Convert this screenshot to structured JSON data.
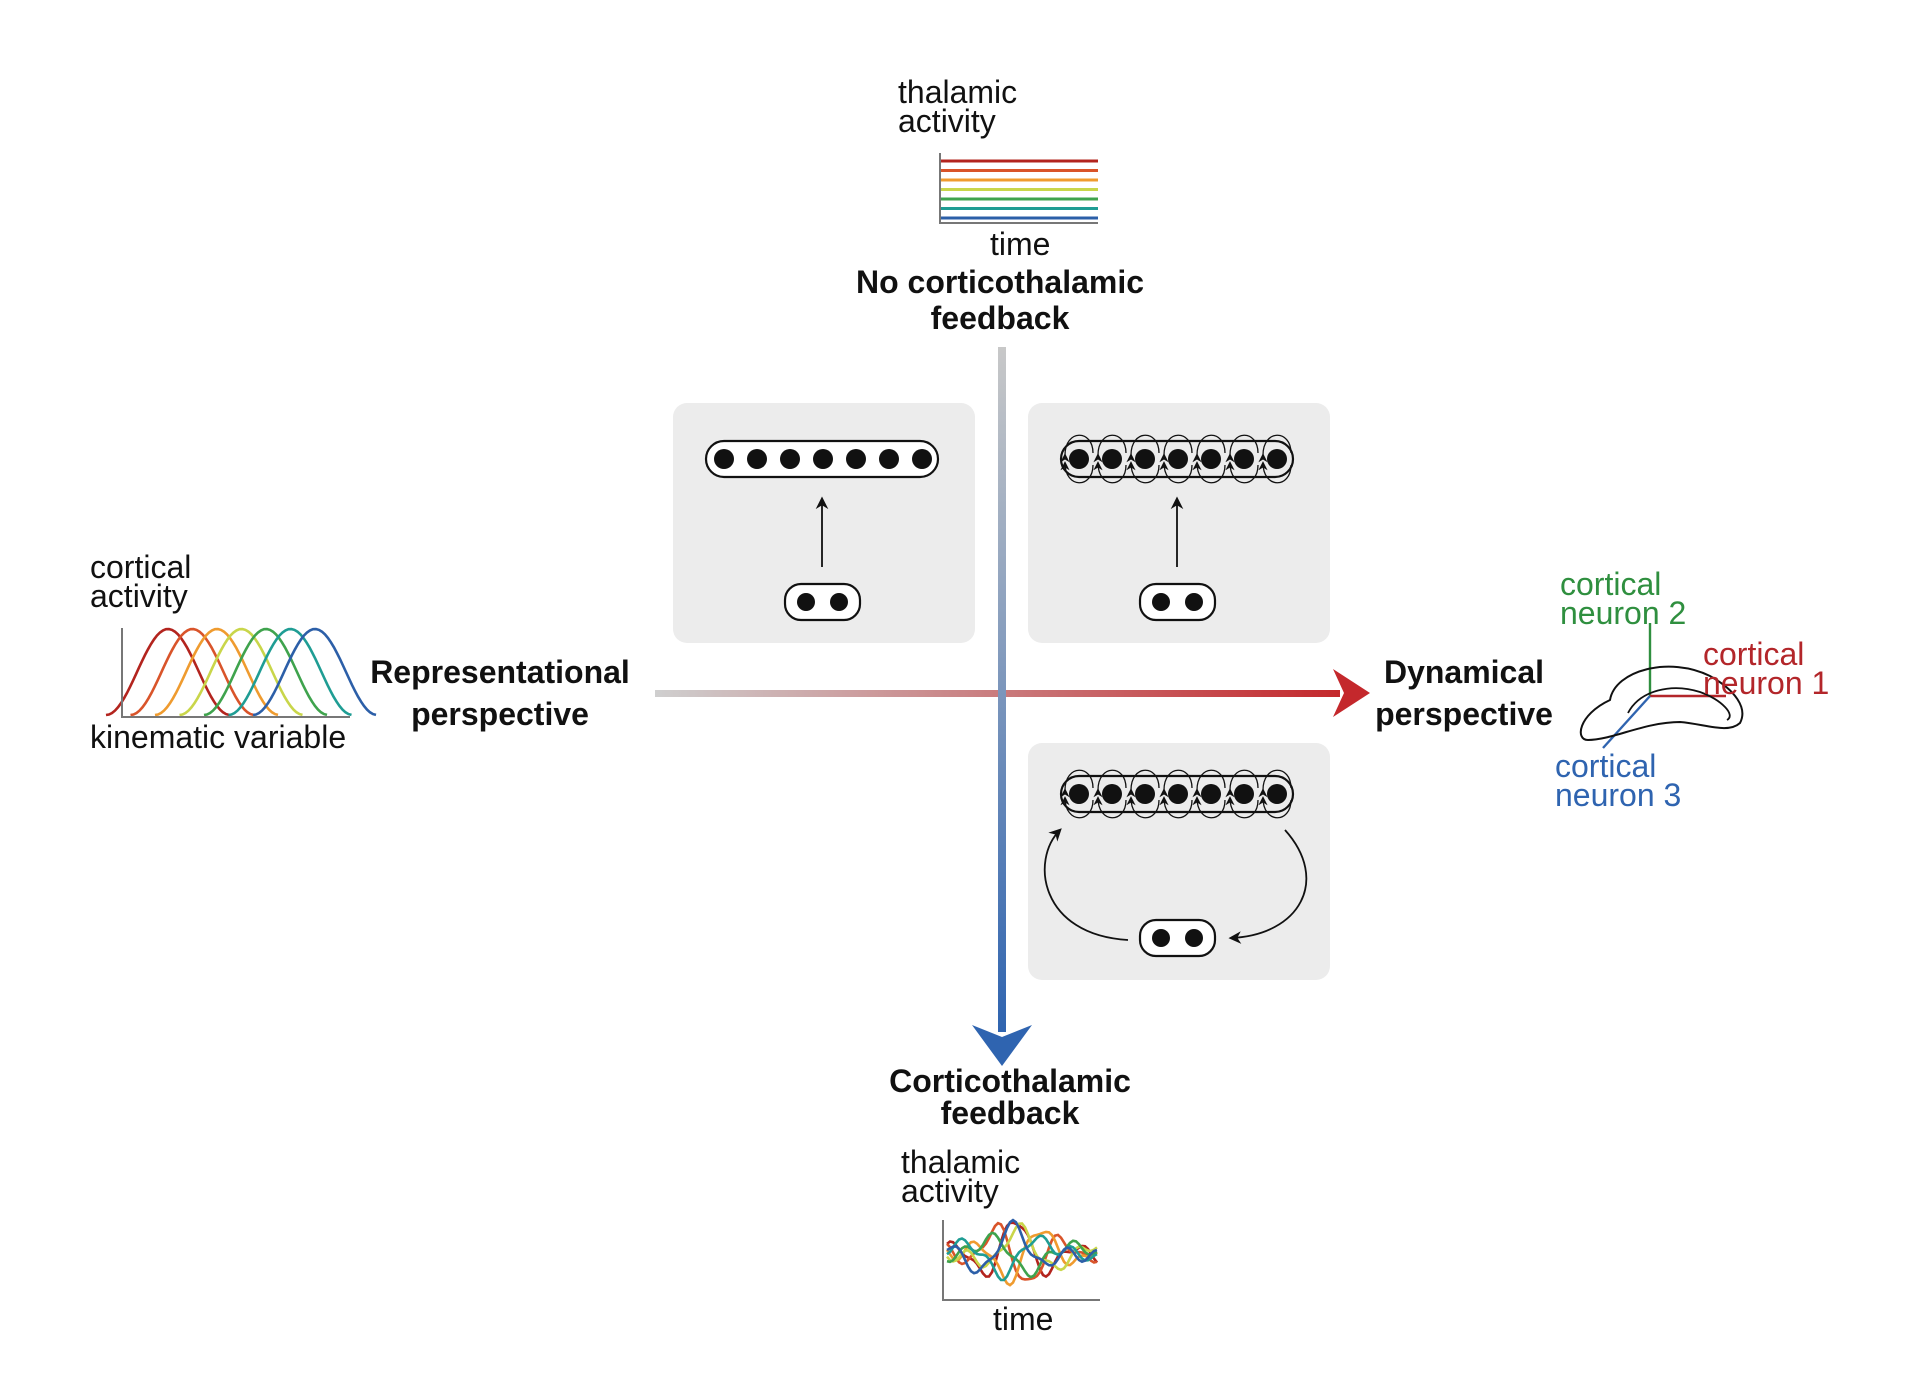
{
  "colors": {
    "rainbow": [
      "#b3241e",
      "#d9542a",
      "#ef9b2f",
      "#c9d64a",
      "#3fa34d",
      "#1f9d94",
      "#2c5fa8"
    ],
    "representational": "#cccccc",
    "dynamical": "#c4282c",
    "no_feedback_axis": "#c8c8c8",
    "feedback_axis": "#2f64b0",
    "panel_bg": "#ececec",
    "neuron2": "#2f8f3f",
    "neuron1": "#b3262a",
    "neuron3": "#2f64b0"
  },
  "top": {
    "mini_ylabel": "thalamic\nactivity",
    "mini_xlabel": "time",
    "axis_label": "No corticothalamic\nfeedback"
  },
  "bottom": {
    "axis_label": "Corticothalamic\nfeedback",
    "mini_ylabel": "thalamic\nactivity",
    "mini_xlabel": "time"
  },
  "left": {
    "mini_ylabel": "cortical\nactivity",
    "mini_xlabel": "kinematic variable",
    "axis_label": "Representational\nperspective"
  },
  "right": {
    "axis_label": "Dynamical\nperspective",
    "neuron2_label": "cortical\nneuron 2",
    "neuron1_label": "cortical\nneuron 1",
    "neuron3_label": "cortical\nneuron 3"
  },
  "panels": [
    {
      "id": "feedforward",
      "recurrent": false,
      "feedback_loop": false
    },
    {
      "id": "recurrent",
      "recurrent": true,
      "feedback_loop": false
    },
    {
      "id": "recurrent-with-thalamic-loop",
      "recurrent": true,
      "feedback_loop": true
    }
  ]
}
